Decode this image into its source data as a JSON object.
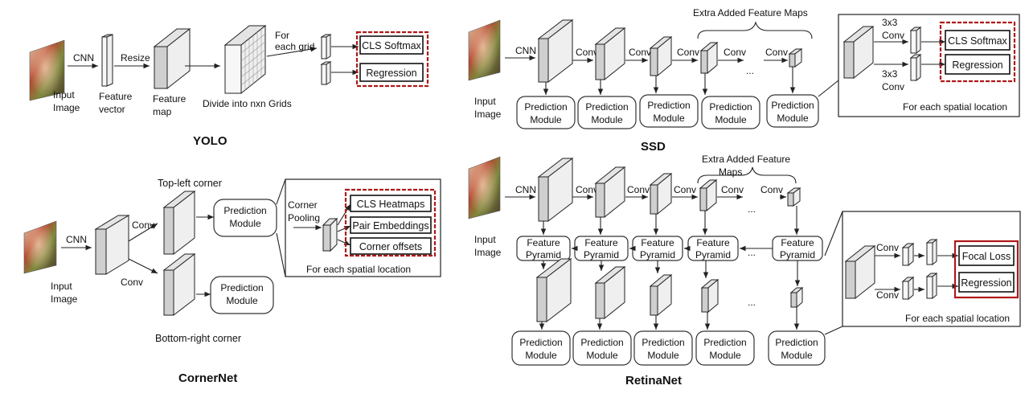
{
  "colors": {
    "highlight": "#b01818",
    "block": "#cfcfcf",
    "line": "#222222"
  },
  "yolo": {
    "title": "YOLO",
    "cnn": "CNN",
    "resize": "Resize",
    "input_line1": "Input",
    "input_line2": "Image",
    "feature_vector_line1": "Feature",
    "feature_vector_line2": "vector",
    "feature_map_line1": "Feature",
    "feature_map_line2": "map",
    "grid_label": "Divide into nxn Grids",
    "for_each_line1": "For",
    "for_each_line2": "each grid",
    "cls": "CLS Softmax",
    "reg": "Regression"
  },
  "ssd": {
    "title": "SSD",
    "cnn": "CNN",
    "conv": "Conv",
    "dots": "...",
    "extra": "Extra Added Feature Maps",
    "input_line1": "Input",
    "input_line2": "Image",
    "pred_line1": "Prediction",
    "pred_line2": "Module",
    "conv3_line1": "3x3",
    "conv3_line2": "Conv",
    "cls": "CLS Softmax",
    "reg": "Regression",
    "spatial": "For each  spatial location"
  },
  "cornernet": {
    "title": "CornerNet",
    "cnn": "CNN",
    "conv": "Conv",
    "input_line1": "Input",
    "input_line2": "Image",
    "top_left": "Top-left corner",
    "bottom_right": "Bottom-right corner",
    "pred_line1": "Prediction",
    "pred_line2": "Module",
    "pooling_line1": "Corner",
    "pooling_line2": "Pooling",
    "heatmaps": "CLS Heatmaps",
    "embeddings": "Pair Embeddings",
    "offsets": "Corner offsets",
    "spatial": "For each  spatial location"
  },
  "retinanet": {
    "title": "RetinaNet",
    "cnn": "CNN",
    "conv": "Conv",
    "dots": "...",
    "extra_line1": "Extra Added Feature",
    "extra_line2": "Maps",
    "input_line1": "Input",
    "input_line2": "Image",
    "fp_line1": "Feature",
    "fp_line2": "Pyramid",
    "pred_line1": "Prediction",
    "pred_line2": "Module",
    "focal": "Focal Loss",
    "reg": "Regression",
    "spatial": "For each  spatial location"
  }
}
